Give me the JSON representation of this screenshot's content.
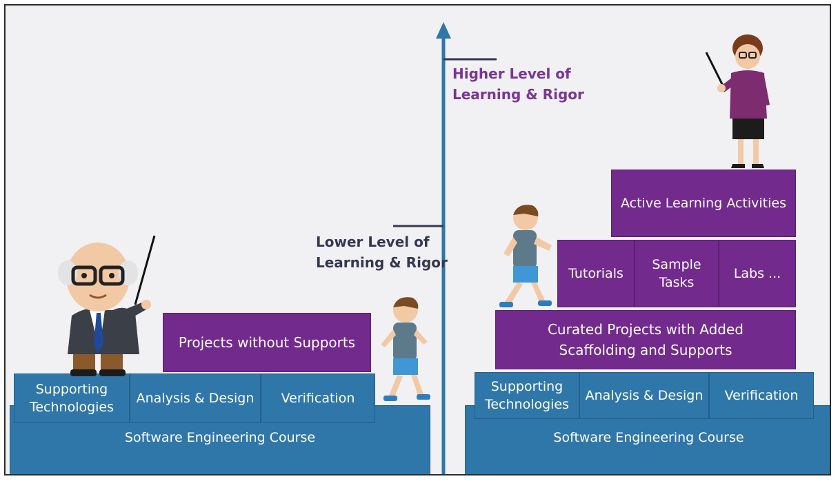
{
  "colors": {
    "background": "#f1f0f3",
    "block_blue": "#2f77a8",
    "block_purple": "#722a8c",
    "axis": "#2f77a8",
    "lower_label": "#34384f",
    "higher_label": "#7b3598"
  },
  "axis": {
    "lower_label": [
      "Lower Level of",
      "Learning & Rigor"
    ],
    "higher_label": [
      "Higher Level of",
      "Learning & Rigor"
    ]
  },
  "left": {
    "base": "Software Engineering Course",
    "blocks": {
      "supporting": [
        "Supporting",
        "Technologies"
      ],
      "analysis": "Analysis & Design",
      "verification": "Verification"
    },
    "top_block": "Projects without Supports",
    "figures": [
      "professor-figure",
      "student-figure"
    ]
  },
  "right": {
    "base": "Software Engineering Course",
    "blocks": {
      "supporting": [
        "Supporting",
        "Technologies"
      ],
      "analysis": "Analysis & Design",
      "verification": "Verification"
    },
    "curated": [
      "Curated Projects with Added",
      "Scaffolding and Supports"
    ],
    "tutorials": "Tutorials",
    "sample_tasks": [
      "Sample",
      "Tasks"
    ],
    "labs": "Labs ...",
    "active": "Active Learning Activities",
    "figures": [
      "student-figure",
      "teacher-figure"
    ]
  }
}
